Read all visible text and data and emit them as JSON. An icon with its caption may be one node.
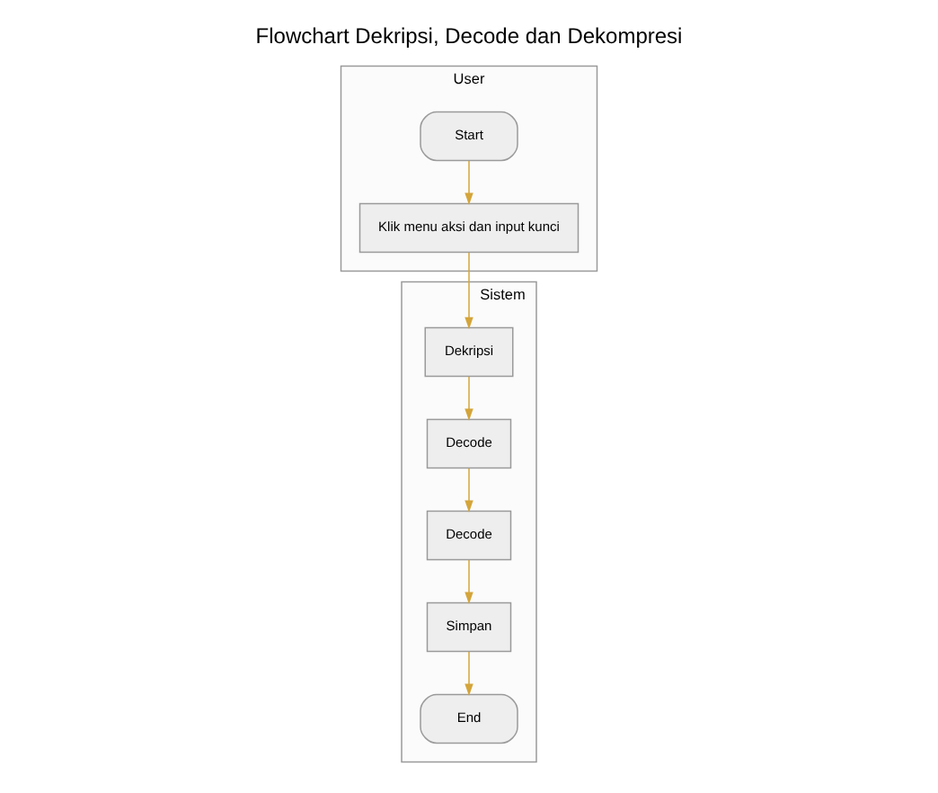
{
  "diagram": {
    "title": "Flowchart Dekripsi, Decode dan Dekompresi",
    "nodes": [
      {
        "text": [
          "User"
        ]
      },
      {
        "text": [
          "Start"
        ],
        "in": 0
      },
      {
        "text": [
          "Klik menu aksi dan input kunci"
        ],
        "in": 0
      },
      {
        "text": [
          "Sistem"
        ]
      },
      {
        "text": [
          "Dekripsi"
        ],
        "in": 3
      },
      {
        "text": [
          "Decode"
        ],
        "in": 3
      },
      {
        "text": [
          "Decode"
        ],
        "in": 3
      },
      {
        "text": [
          "Simpan"
        ],
        "in": 3
      },
      {
        "text": [
          "End"
        ],
        "in": 3
      }
    ],
    "edges": [
      {
        "from": 1,
        "to": 2,
        "arrow": "to"
      },
      {
        "from": 2,
        "to": 4,
        "arrow": "to"
      },
      {
        "from": 4,
        "to": 5,
        "arrow": "to"
      },
      {
        "from": 5,
        "to": 6,
        "arrow": "to"
      },
      {
        "from": 6,
        "to": 7,
        "arrow": "to"
      },
      {
        "from": 7,
        "to": 8,
        "arrow": "to"
      }
    ]
  }
}
